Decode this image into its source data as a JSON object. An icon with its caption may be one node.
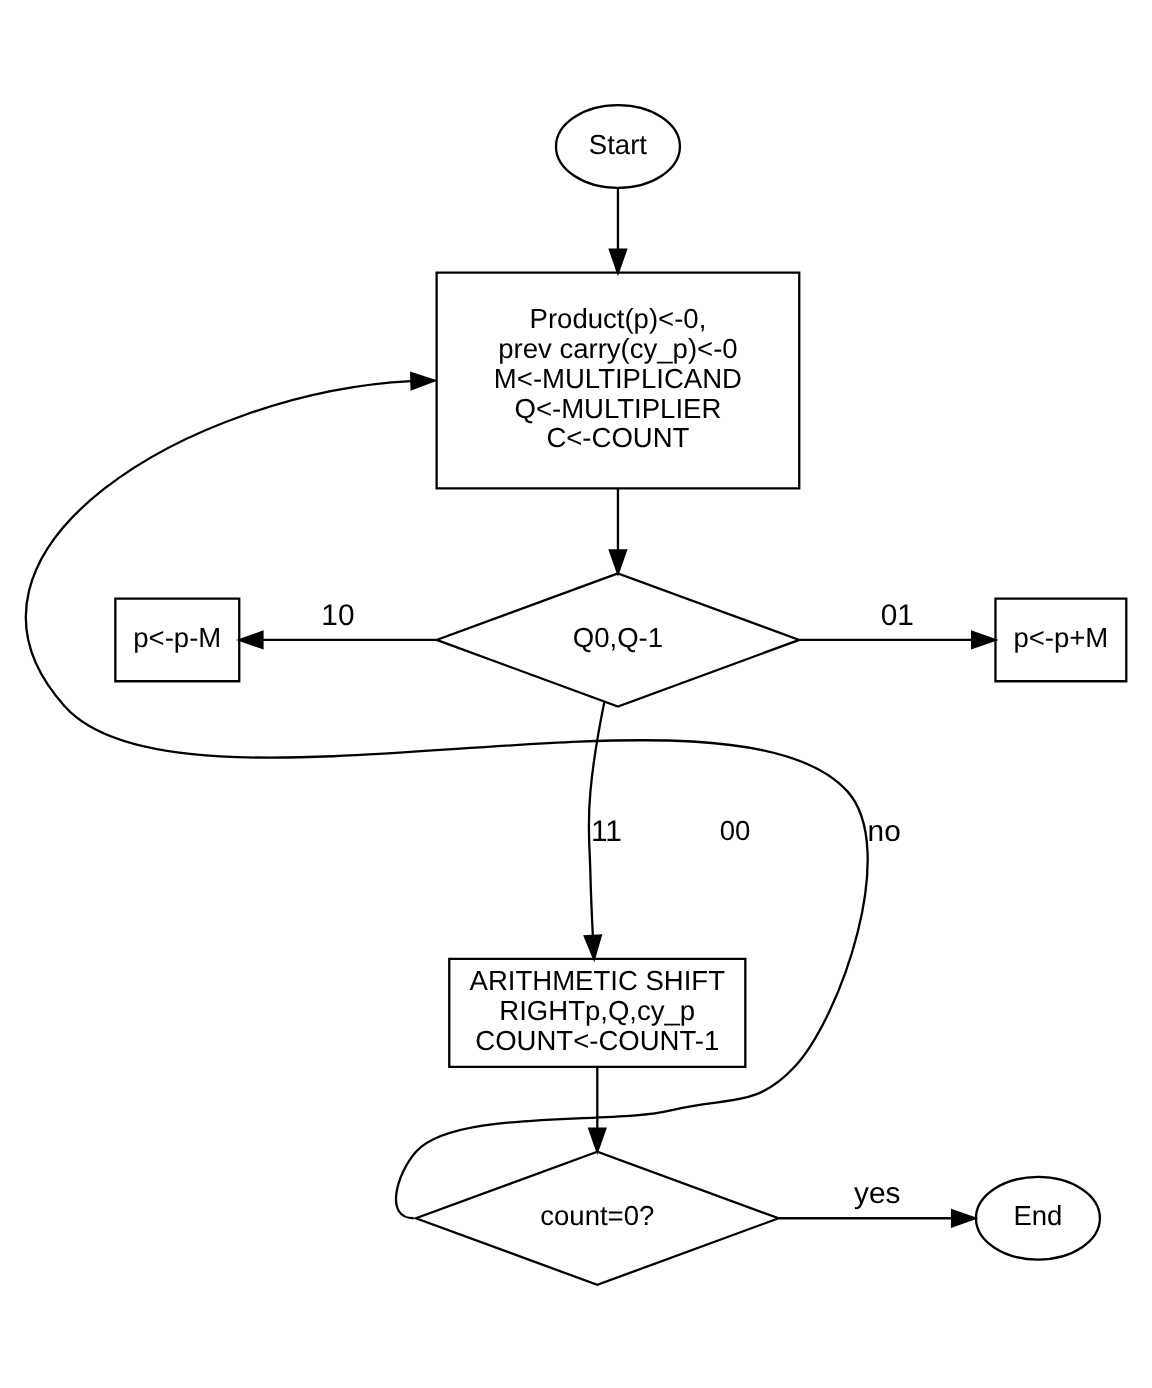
{
  "diagram": {
    "nodes": [
      {
        "text": [
          "Start"
        ]
      },
      {
        "text": [
          "Product(p)<-0, prev carry(cy_p)<-0 M<-MULTIPLICAND Q<-MULTIPLIER C<-COUNT"
        ]
      },
      {
        "text": [
          "Q0,Q-1"
        ]
      },
      {
        "text": [
          "p<-p-M"
        ]
      },
      {
        "text": [
          "p<-p+M"
        ]
      },
      {
        "text": [
          "ARITHMETIC SHIFT RIGHTp,Q,cy_p COUNT<-COUNT-1"
        ]
      },
      {
        "text": [
          "count=0?"
        ]
      },
      {
        "text": [
          "End"
        ]
      }
    ],
    "edges": [
      {
        "from": 0,
        "to": 1,
        "arrow": "to"
      },
      {
        "from": 1,
        "to": 2,
        "arrow": "to"
      },
      {
        "from": 2,
        "to": 3,
        "arrow": "to",
        "label": "10"
      },
      {
        "from": 2,
        "to": 4,
        "arrow": "to",
        "label": "01"
      },
      {
        "from": 2,
        "to": 5,
        "arrow": "to",
        "label": "11"
      },
      {
        "from": 5,
        "to": 6,
        "arrow": "to"
      },
      {
        "from": 6,
        "to": 7,
        "arrow": "to",
        "label": "yes"
      },
      {
        "from": 6,
        "to": 1,
        "arrow": "to",
        "label": "no"
      }
    ],
    "labels": [
      "00"
    ]
  }
}
